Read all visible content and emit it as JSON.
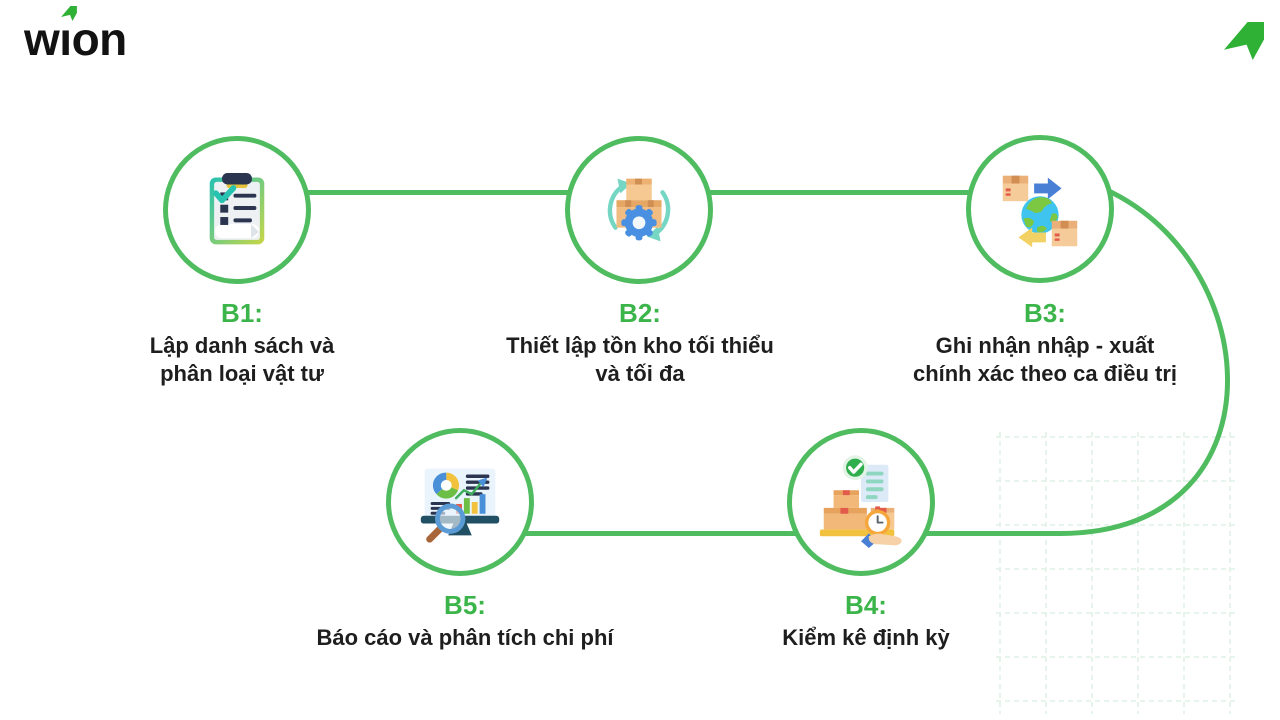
{
  "brand": {
    "name": "wion",
    "logo_pre": "w",
    "logo_i": "ı",
    "logo_post": "on",
    "logo_color": "#121212",
    "arrow_color": "#2eb135"
  },
  "page": {
    "background": "#ffffff",
    "connector_color": "#4fbc60",
    "heading_color": "#3bb54a",
    "body_text_color": "#1e1e1e",
    "grid_color": "#dff0e6"
  },
  "icons": {
    "top_right": "wion-arrow-icon",
    "step_icons": [
      "clipboard-checklist-icon",
      "inventory-cycle-gear-icon",
      "global-import-export-icon",
      "stocktake-clock-icon",
      "report-analysis-icon"
    ]
  },
  "steps": [
    {
      "id": "B1",
      "label": "B1:",
      "lines": [
        "Lập danh sách và",
        "phân loại vật tư"
      ]
    },
    {
      "id": "B2",
      "label": "B2:",
      "lines": [
        "Thiết lập tồn kho tối thiểu",
        "và tối đa"
      ]
    },
    {
      "id": "B3",
      "label": "B3:",
      "lines": [
        "Ghi nhận nhập - xuất",
        "chính xác theo ca điều trị"
      ]
    },
    {
      "id": "B4",
      "label": "B4:",
      "lines": [
        "Kiểm kê định kỳ"
      ]
    },
    {
      "id": "B5",
      "label": "B5:",
      "lines": [
        "Báo cáo và phân tích chi phí"
      ]
    }
  ]
}
